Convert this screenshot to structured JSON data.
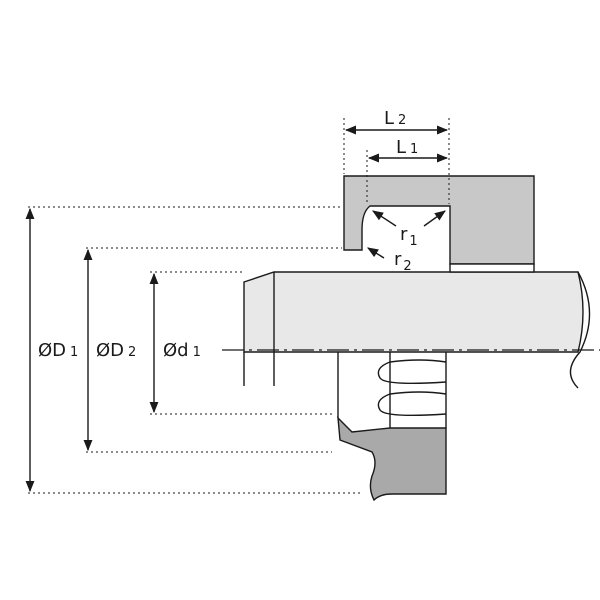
{
  "colors": {
    "stroke": "#1a1a1a",
    "housing_fill": "#c8c8c8",
    "seal_fill": "#a9a9a9",
    "shaft_fill": "#e6e6e6",
    "background": "#ffffff"
  },
  "labels": {
    "L2": {
      "main": "L",
      "sub": "2"
    },
    "L1": {
      "main": "L",
      "sub": "1"
    },
    "r1": {
      "main": "r",
      "sub": "1"
    },
    "r2": {
      "main": "r",
      "sub": "2"
    },
    "D1": {
      "main": "ØD",
      "sub": "1"
    },
    "D2": {
      "main": "ØD",
      "sub": "2"
    },
    "d1": {
      "main": "Ød",
      "sub": "1"
    }
  }
}
